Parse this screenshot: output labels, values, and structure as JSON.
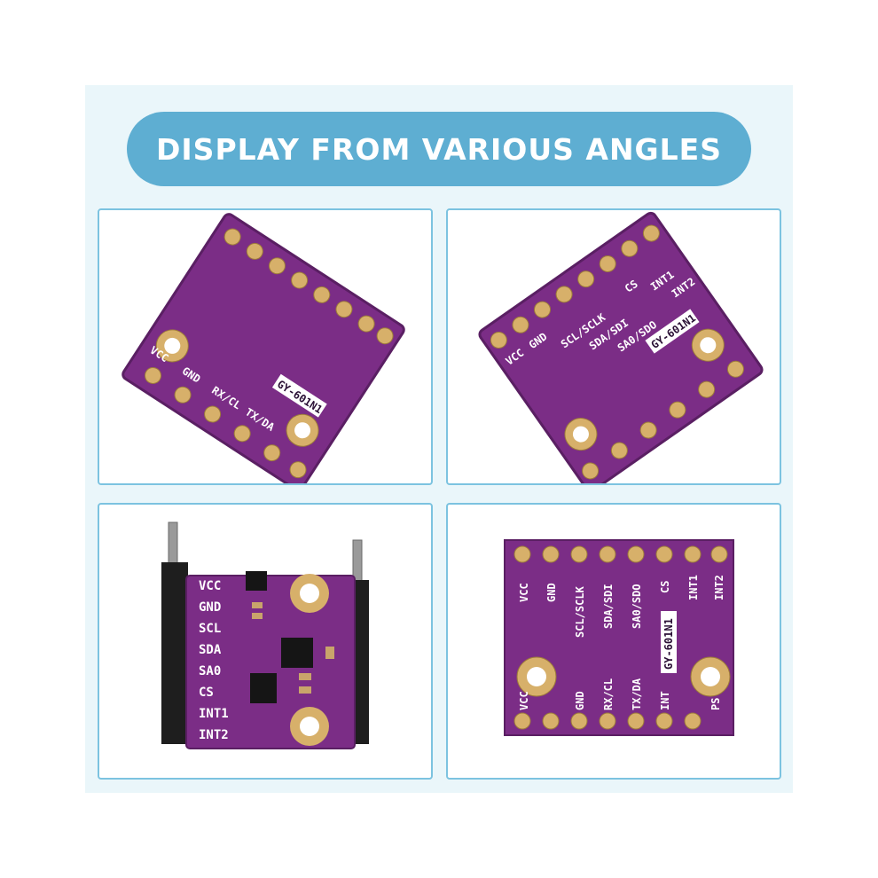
{
  "title": "DISPLAY FROM VARIOUS ANGLES",
  "colors": {
    "panel_bg": "#eaf6fa",
    "banner_bg": "#5eaed2",
    "card_border": "#7cc3e0",
    "pcb_purple": "#7b2d86",
    "pad_gold": "#d7b06a"
  },
  "board": {
    "model": "GY-601N1",
    "top_row": [
      "VCC",
      "GND",
      "SCL/SCLK",
      "SDA/SDI",
      "SA0/SDO",
      "CS",
      "INT1",
      "INT2"
    ],
    "bottom_row": [
      "VCC",
      "GND",
      "RX/CL",
      "TX/DA",
      "INT",
      "PS"
    ],
    "front_labels": [
      "VCC",
      "GND",
      "SCL",
      "SDA",
      "SA0",
      "CS",
      "INT1",
      "INT2"
    ]
  }
}
